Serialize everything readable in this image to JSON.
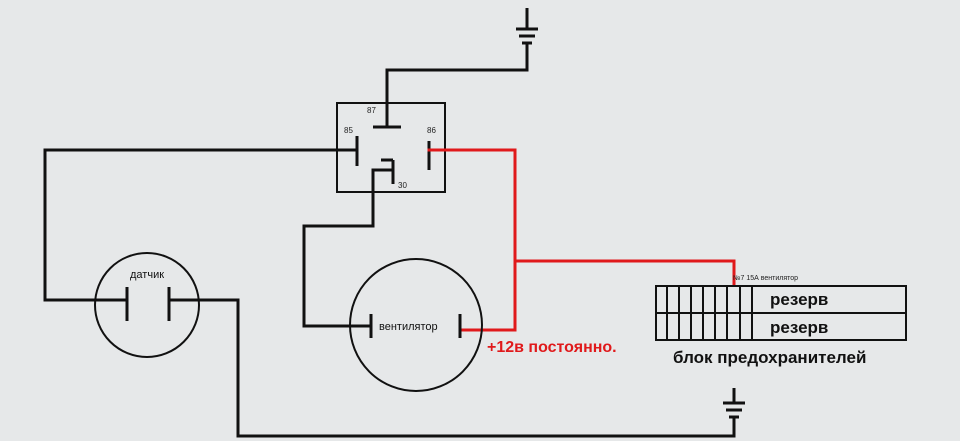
{
  "colors": {
    "background": "#e6e8e9",
    "wire": "#111111",
    "positive_wire": "#e0191b",
    "label_red": "#e0191b"
  },
  "relay": {
    "pin_87": "87",
    "pin_85": "85",
    "pin_86": "86",
    "pin_30": "30"
  },
  "sensor": {
    "label": "датчик"
  },
  "fan": {
    "label": "вентилятор"
  },
  "power_label": "+12в постоянно.",
  "fuse_block": {
    "fuse_label": "№7 15А вентилятор",
    "rows": [
      "резерв",
      "резерв"
    ],
    "title": "блок предохранителей"
  },
  "icons": [
    "ground-icon",
    "ground-icon"
  ]
}
